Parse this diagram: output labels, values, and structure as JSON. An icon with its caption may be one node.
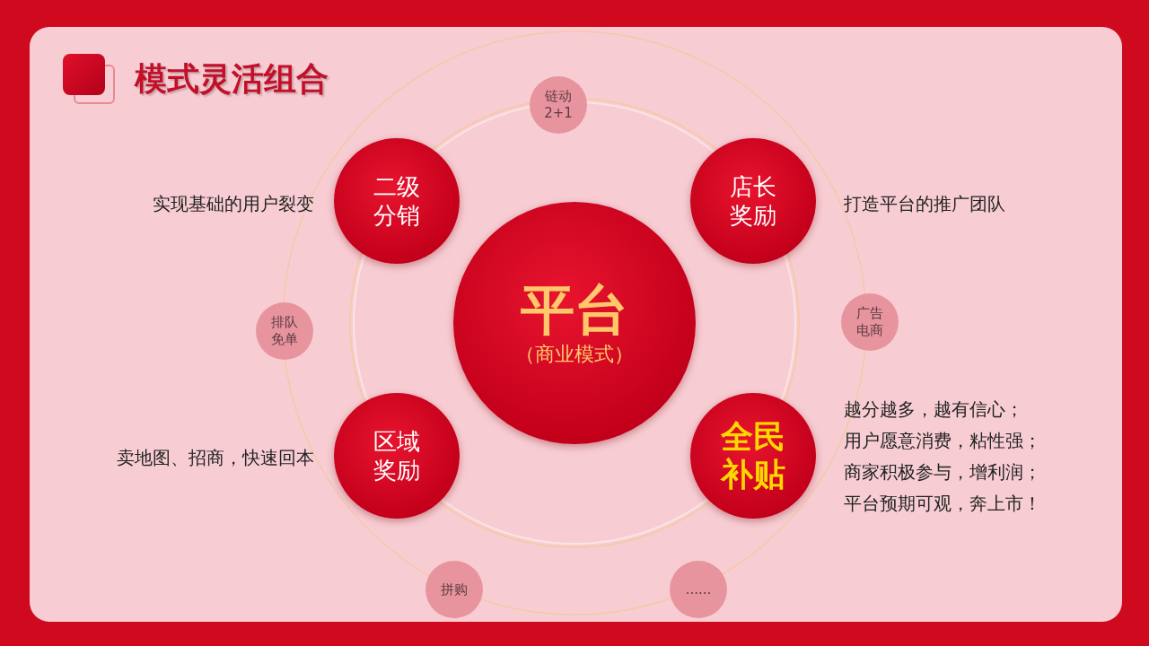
{
  "diagram": {
    "title": "模式灵活组合",
    "nodes": [
      {
        "text": [
          "链动 2+1"
        ]
      },
      {
        "text": [
          "二级分销"
        ],
        "beside": [
          "实现基础的用户裂变"
        ]
      },
      {
        "text": [
          "店长奖励"
        ],
        "beside": [
          "打造平台的推广团队"
        ]
      },
      {
        "text": [
          "平台",
          "（商业模式）"
        ]
      },
      {
        "text": [
          "排队免单"
        ]
      },
      {
        "text": [
          "广告电商"
        ]
      },
      {
        "text": [
          "区域奖励"
        ],
        "beside": [
          "卖地图、招商，快速回本"
        ]
      },
      {
        "text": [
          "全民补贴"
        ],
        "beside": [
          "越分越多，越有信心；",
          "用户愿意消费，粘性强；",
          "商家积极参与，增利润；",
          "平台预期可观，奔上市！"
        ]
      },
      {
        "text": [
          "拼购"
        ]
      },
      {
        "text": [
          "......"
        ]
      }
    ],
    "edges": []
  }
}
